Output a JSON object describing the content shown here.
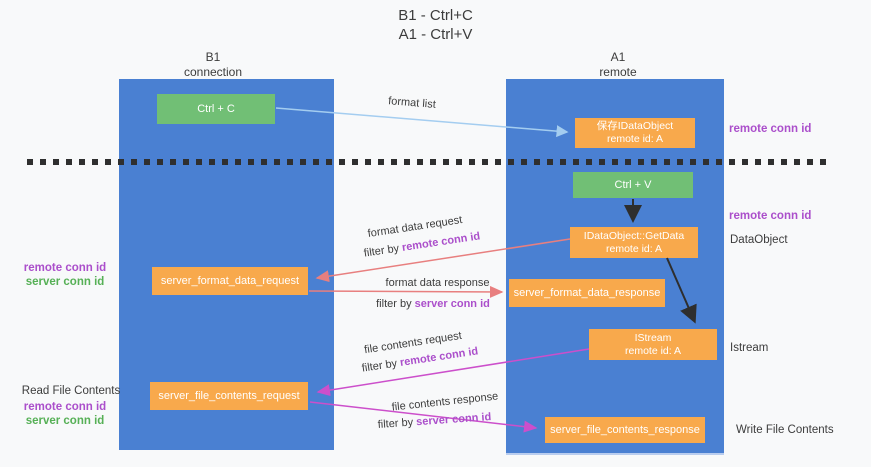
{
  "title": {
    "line1": "B1 - Ctrl+C",
    "line2": "A1 - Ctrl+V"
  },
  "lifelines": {
    "left": {
      "name": "B1",
      "role": "connection"
    },
    "right": {
      "name": "A1",
      "role": "remote"
    }
  },
  "boxes": {
    "ctrl_c": "Ctrl + C",
    "ctrl_v": "Ctrl + V",
    "save_idataobject_line1": "保存IDataObject",
    "save_idataobject_line2": "remote id: A",
    "getdata_line1": "IDataObject::GetData",
    "getdata_line2": "remote id: A",
    "istream_line1": "IStream",
    "istream_line2": "remote id: A",
    "format_request": "server_format_data_request",
    "format_response": "server_format_data_response",
    "file_request": "server_file_contents_request",
    "file_response": "server_file_contents_response"
  },
  "arrow_labels": {
    "format_list": "format list",
    "format_data_request": "format data request",
    "format_data_response": "format data response",
    "file_contents_request": "file contents request",
    "file_contents_response": "file contents response",
    "filter_by": "filter by",
    "remote_conn_id": "remote conn id",
    "server_conn_id": "server conn id"
  },
  "side_labels": {
    "remote_conn_id": "remote conn id",
    "server_conn_id": "server conn id",
    "dataobject": "DataObject",
    "istream": "Istream",
    "read_file_contents": "Read File Contents",
    "write_file_contents": "Write File Contents"
  },
  "colors": {
    "lifeline_blue": "#4a80d2",
    "box_green": "#71bf75",
    "box_orange": "#f8a94c",
    "arrow_light_blue": "#a4cdf0",
    "arrow_red": "#e87f7f",
    "arrow_magenta": "#cc4fcb",
    "arrow_black": "#2e2e2e",
    "text_purple": "#ab4fcb",
    "text_green": "#56b056"
  }
}
